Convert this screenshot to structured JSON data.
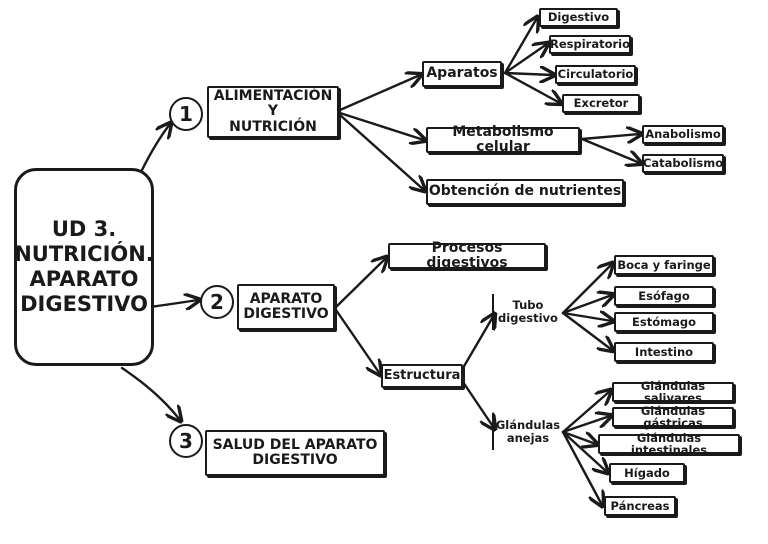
{
  "main": {
    "line1": "UD 3.",
    "line2": "NUTRICIÓN.",
    "line3": "APARATO",
    "line4": "DIGESTIVO"
  },
  "numbers": {
    "n1": "1",
    "n2": "2",
    "n3": "3"
  },
  "section1": {
    "title_line1": "ALIMENTACIÓN Y",
    "title_line2": "NUTRICIÓN",
    "aparatos": "Aparatos",
    "digestivo": "Digestivo",
    "respiratorio": "Respiratorio",
    "circulatorio": "Circulatorio",
    "excretor": "Excretor",
    "metabolismo": "Metabolismo celular",
    "anabolismo": "Anabolismo",
    "catabolismo": "Catabolismo",
    "obtencion": "Obtención de nutrientes"
  },
  "section2": {
    "title_line1": "APARATO",
    "title_line2": "DIGESTIVO",
    "procesos": "Procesos digestivos",
    "estructura": "Estructura",
    "tubo_line1": "Tubo",
    "tubo_line2": "digestivo",
    "boca": "Boca y faringe",
    "esofago": "Esófago",
    "estomago": "Estómago",
    "intestino": "Intestino",
    "glandulas_line1": "Glándulas",
    "glandulas_line2": "anejas",
    "salivares": "Glándulas salivares",
    "gastricas": "Glándulas gástricas",
    "intestinales": "Glándulas intestinales",
    "higado": "Hígado",
    "pancreas": "Páncreas"
  },
  "section3": {
    "title_line1": "SALUD DEL APARATO",
    "title_line2": "DIGESTIVO"
  }
}
